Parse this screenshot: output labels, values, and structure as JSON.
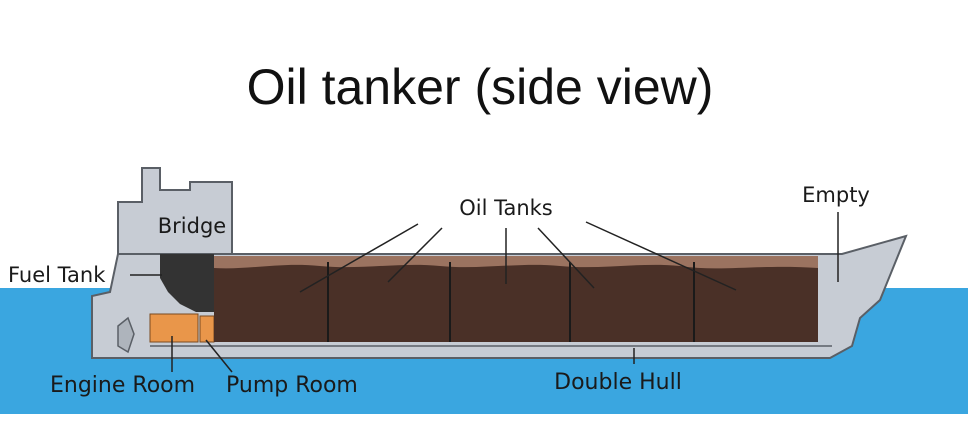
{
  "title": "Oil tanker (side view)",
  "labels": {
    "bridge": "Bridge",
    "fuel_tank": "Fuel Tank",
    "oil_tanks": "Oil Tanks",
    "empty": "Empty",
    "engine_room": "Engine Room",
    "pump_room": "Pump Room",
    "double_hull": "Double Hull"
  },
  "colors": {
    "sea": "#3aa6e0",
    "hull": "#c7ccd4",
    "hull_outline": "#5a5f66",
    "oil": "#4a3027",
    "oil_surface": "#9b7360",
    "fuel": "#333333",
    "engine": "#e9964a"
  }
}
